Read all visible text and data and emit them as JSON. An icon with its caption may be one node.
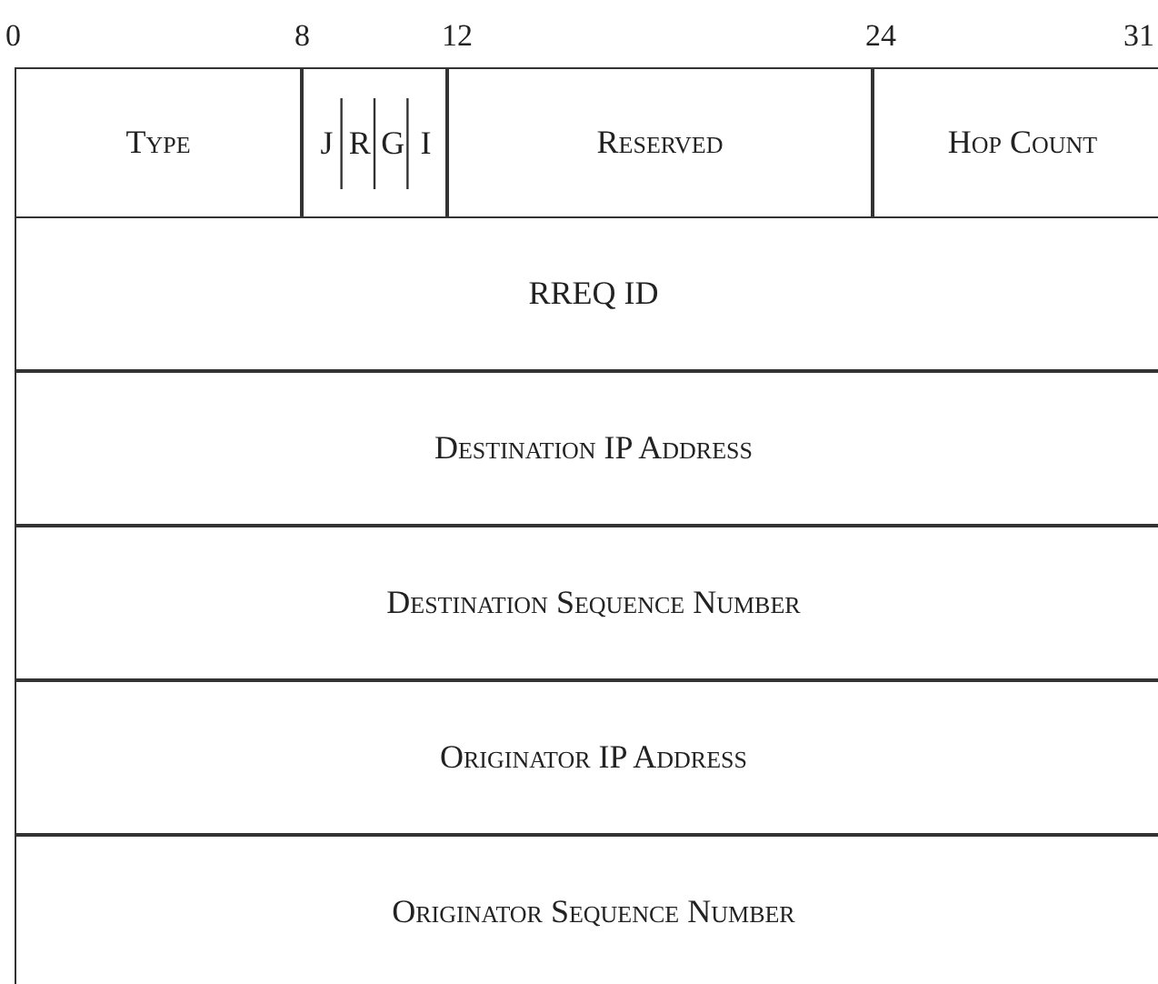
{
  "diagram": {
    "nodes": [
      {
        "text": [
          "Type"
        ]
      },
      {
        "text": [
          "J",
          "R",
          "G",
          "I"
        ]
      },
      {
        "text": [
          "Reserved"
        ]
      },
      {
        "text": [
          "Hop Count"
        ]
      },
      {
        "text": [
          "RREQ ID"
        ]
      },
      {
        "text": [
          "Destination IP Address"
        ]
      },
      {
        "text": [
          "Destination Sequence Number"
        ]
      },
      {
        "text": [
          "Originator IP Address"
        ]
      },
      {
        "text": [
          "Originator Sequence Number"
        ]
      }
    ],
    "labels": [
      "0",
      "8",
      "12",
      "24",
      "31"
    ]
  }
}
